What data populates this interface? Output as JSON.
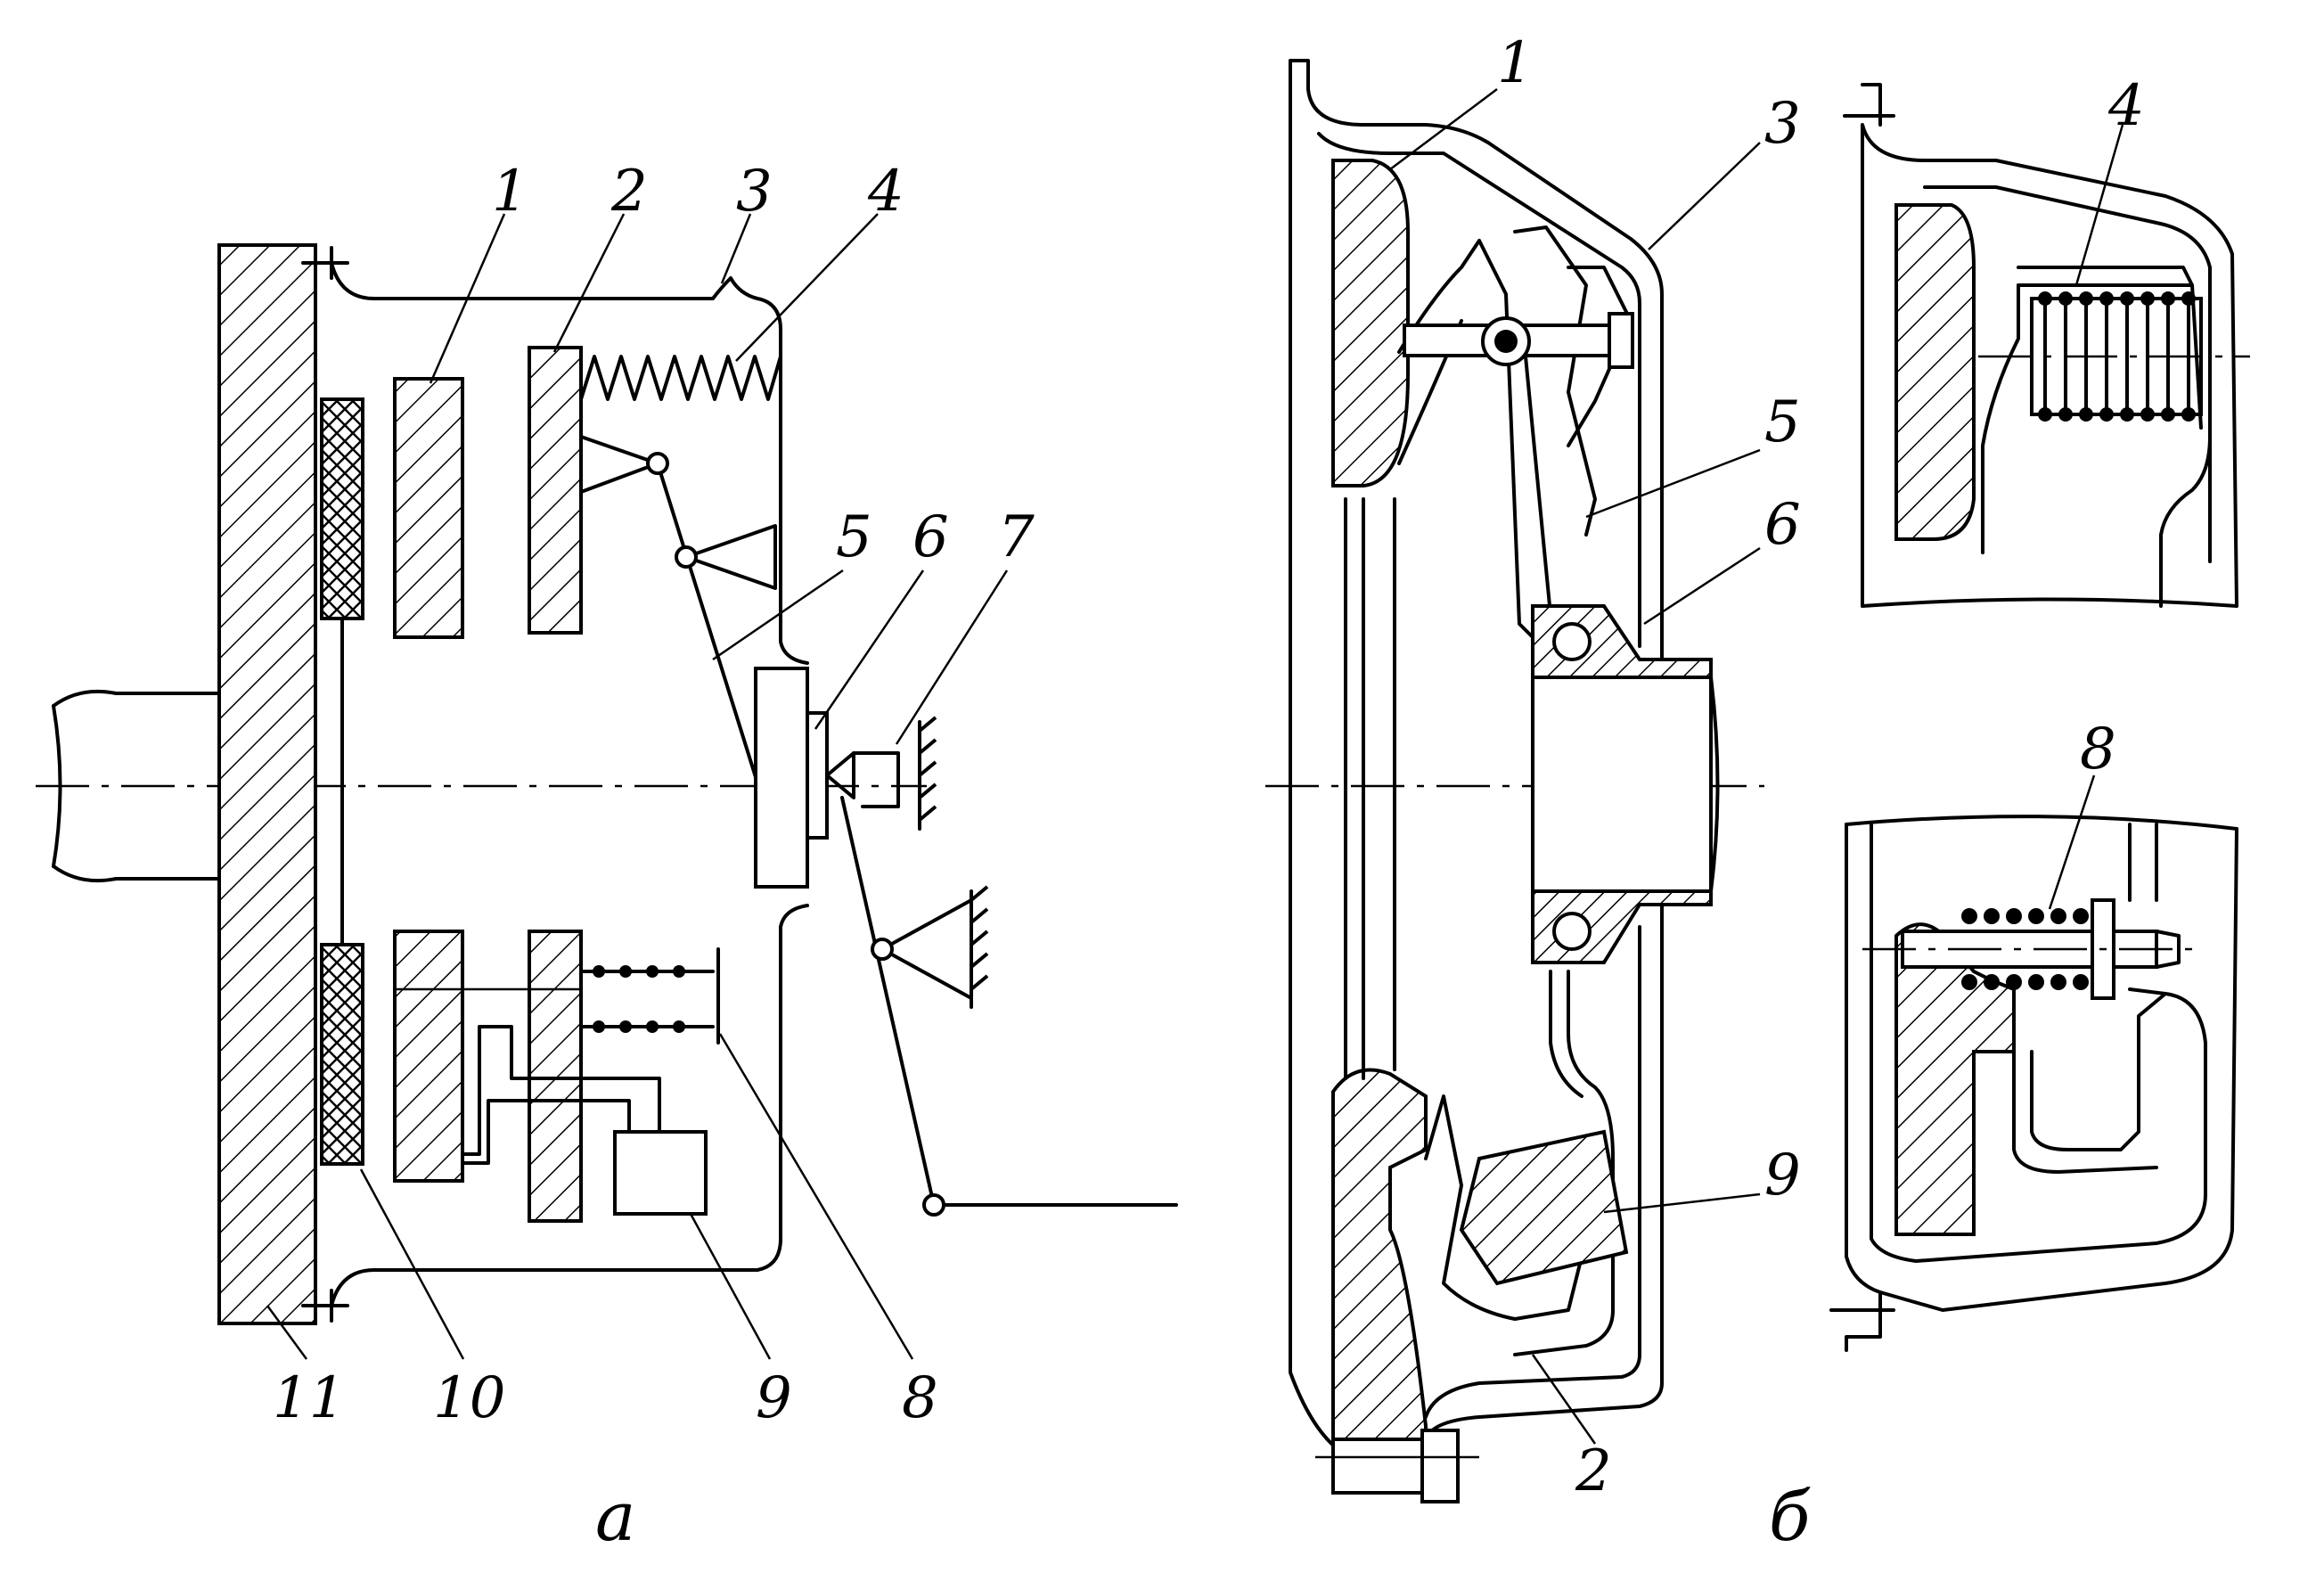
{
  "figure_a": {
    "caption": "а",
    "labels": [
      "1",
      "2",
      "3",
      "4",
      "5",
      "6",
      "7",
      "8",
      "9",
      "10",
      "11"
    ]
  },
  "figure_b": {
    "caption": "б",
    "labels": [
      "1",
      "2",
      "3",
      "5",
      "6",
      "9"
    ]
  },
  "detail_top": {
    "labels": [
      "4"
    ]
  },
  "detail_bottom": {
    "labels": [
      "8"
    ]
  },
  "colors": {
    "line": "#000000",
    "background": "#ffffff"
  }
}
